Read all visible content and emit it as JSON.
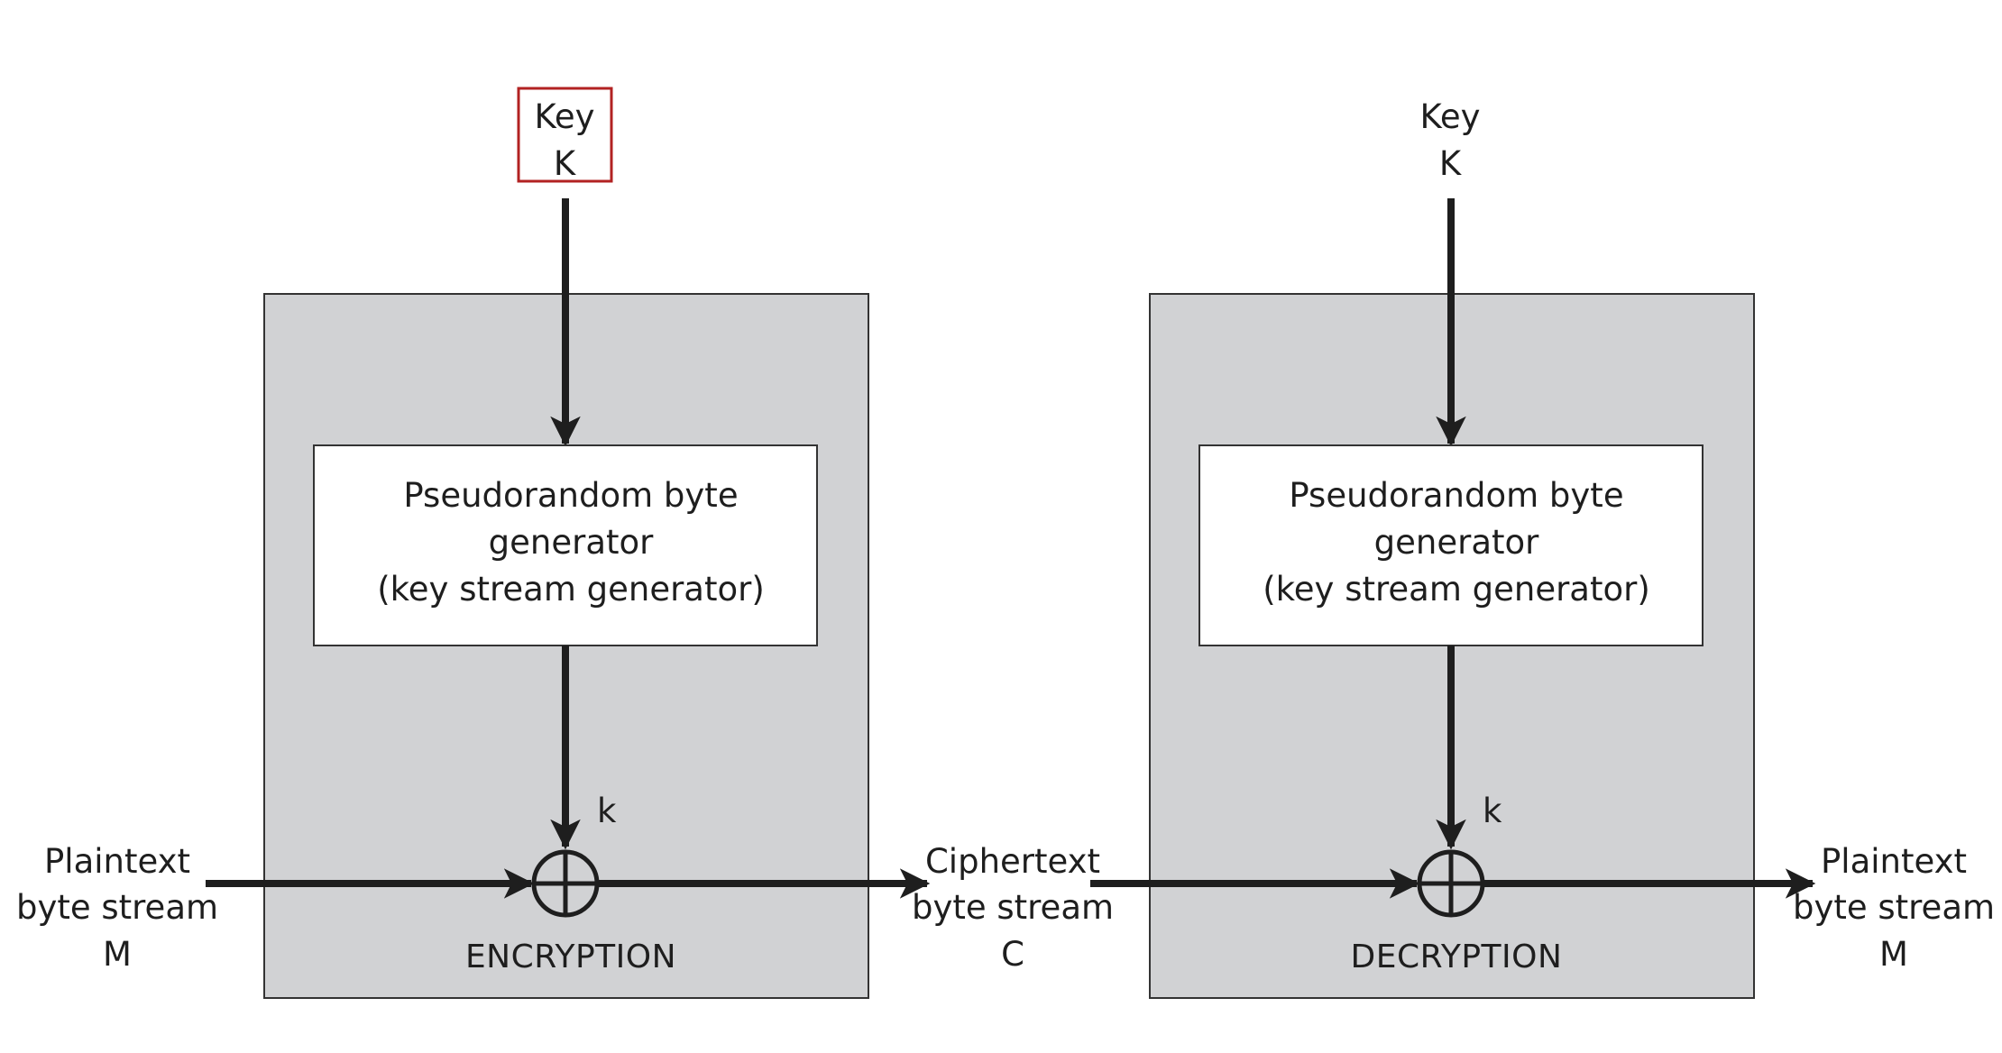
{
  "colors": {
    "panel_fill": "#d1d2d4",
    "panel_stroke": "#333333",
    "line": "#1e1e1e",
    "highlight_box": "#b22222",
    "box_fill": "#ffffff"
  },
  "encryption": {
    "key_line1": "Key",
    "key_line2": "K",
    "generator_line1": "Pseudorandom byte",
    "generator_line2": "generator",
    "generator_line3": "(key stream generator)",
    "keystream_label": "k",
    "section_label": "ENCRYPTION"
  },
  "decryption": {
    "key_line1": "Key",
    "key_line2": "K",
    "generator_line1": "Pseudorandom byte",
    "generator_line2": "generator",
    "generator_line3": "(key stream generator)",
    "keystream_label": "k",
    "section_label": "DECRYPTION"
  },
  "plaintext_input": {
    "line1": "Plaintext",
    "line2": "byte stream",
    "line3": "M"
  },
  "ciphertext": {
    "line1": "Ciphertext",
    "line2": "byte stream",
    "line3": "C"
  },
  "plaintext_output": {
    "line1": "Plaintext",
    "line2": "byte stream",
    "line3": "M"
  },
  "icons": {
    "xor": "circled-plus-icon",
    "arrow": "arrow-head-icon"
  }
}
